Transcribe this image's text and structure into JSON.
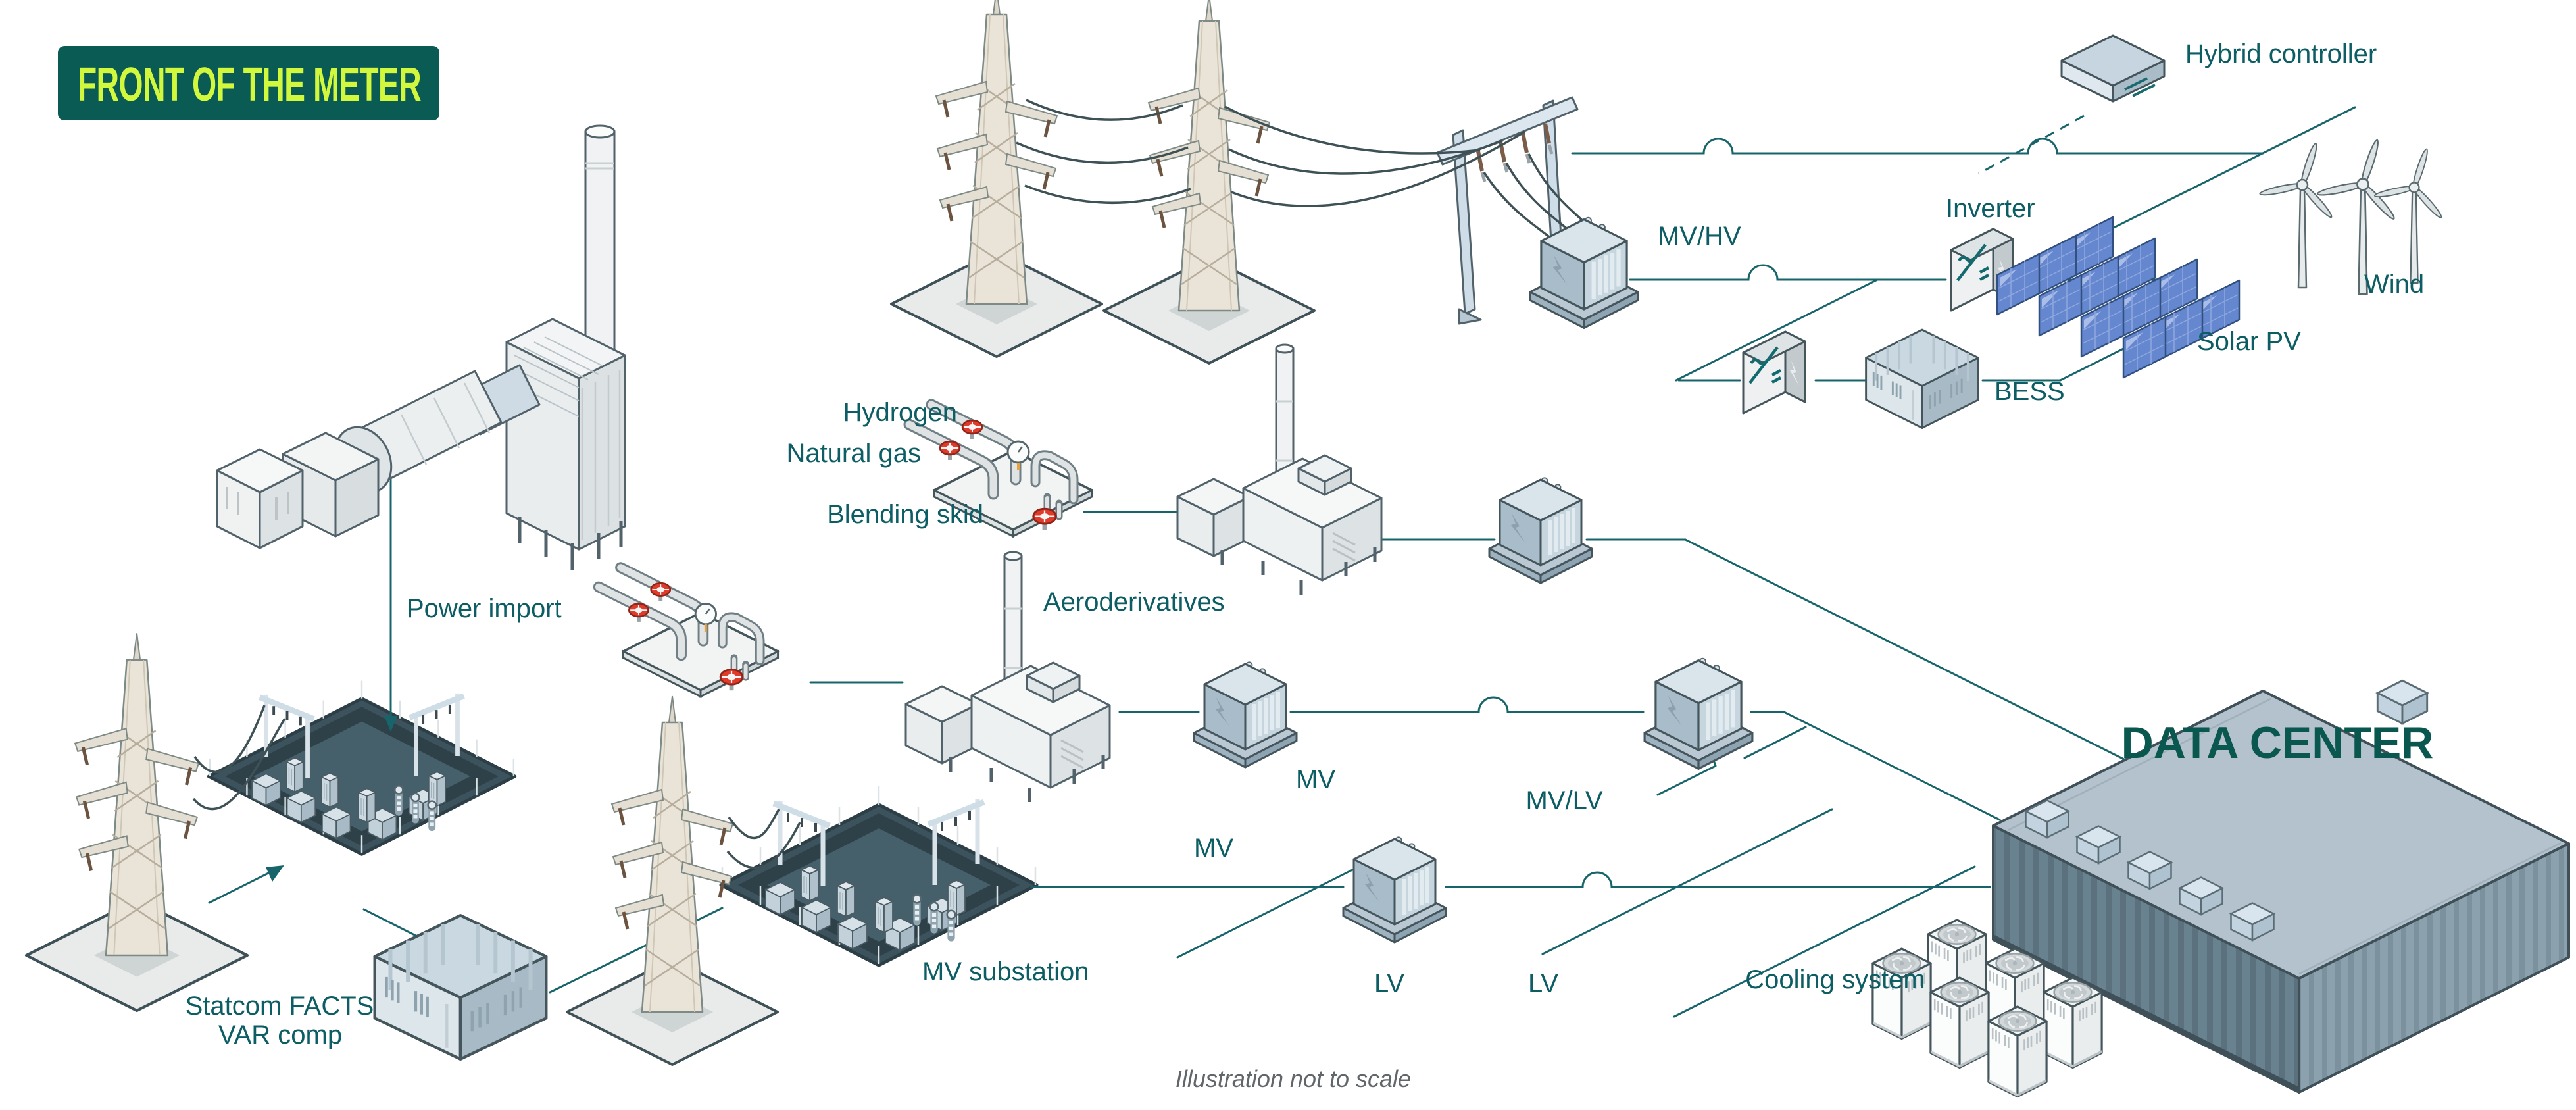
{
  "badge": {
    "label": "FRONT OF THE METER"
  },
  "labels": {
    "hybrid_controller": "Hybrid controller",
    "inverter": "Inverter",
    "mv_hv": "MV/HV",
    "wind": "Wind",
    "solar_pv": "Solar PV",
    "bess": "BESS",
    "hydrogen": "Hydrogen",
    "natural_gas": "Natural gas",
    "blending_skid": "Blending skid",
    "aeroderivatives": "Aeroderivatives",
    "power_import": "Power import",
    "statcom_line1": "Statcom FACTS",
    "statcom_line2": "VAR comp",
    "mv_substation": "MV substation",
    "mv_a": "MV",
    "mv_b": "MV",
    "mv_lv": "MV/LV",
    "lv_a": "LV",
    "lv_b": "LV",
    "data_center": "DATA CENTER",
    "cooling_system": "Cooling system",
    "footnote": "Illustration not to scale"
  },
  "colors": {
    "badge_bg": "#0b5b55",
    "badge_text": "#d2f83e",
    "line_teal": "#17656b",
    "label_teal": "#0d5d64",
    "data_center_text": "#0a574f",
    "valve_red": "#e03a2b",
    "solar_panel_blue": "#6487cf",
    "outline": "#44555c"
  }
}
